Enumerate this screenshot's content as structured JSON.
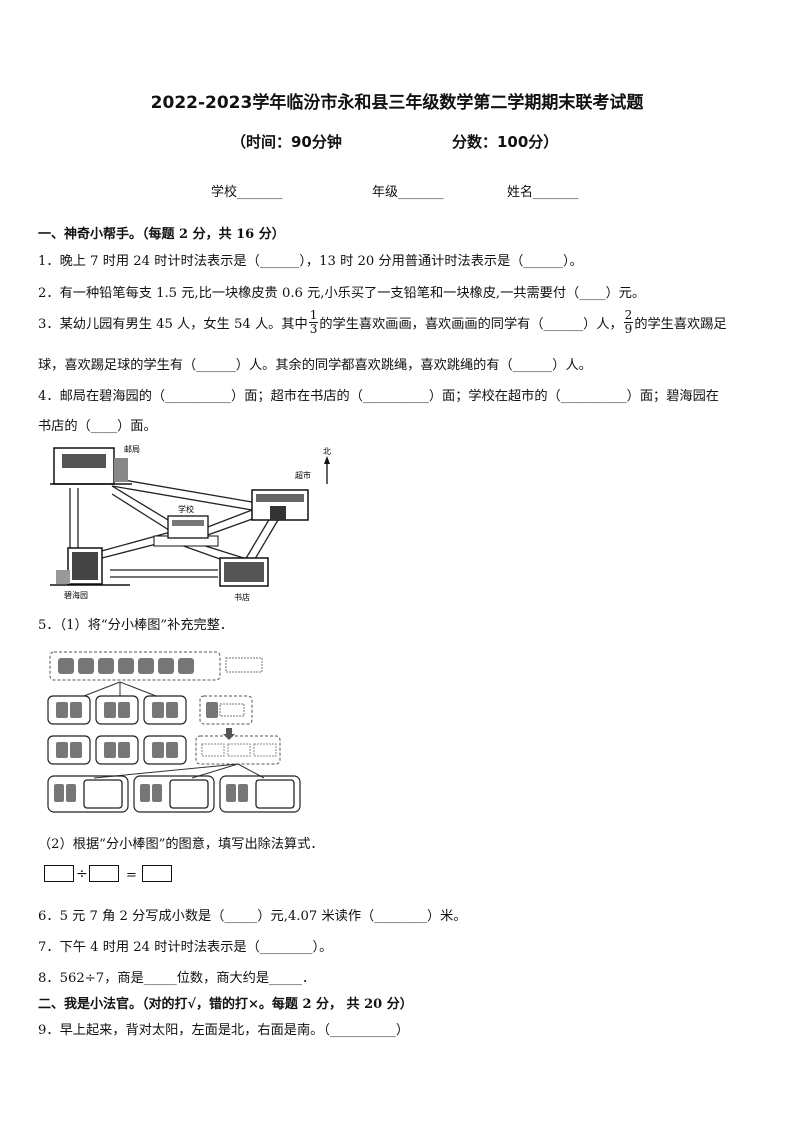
{
  "header": {
    "title": "2022-2023学年临汾市永和县三年级数学第二学期期末联考试题",
    "time": "（时间：90分钟",
    "score": "分数：100分）"
  },
  "fields": {
    "school": "学校_______",
    "grade": "年级_______",
    "name": "姓名_______"
  },
  "section1": "一、神奇小帮手。（每题 2 分，共 16 分）",
  "q1": "1．晚上 7 时用 24 时计时法表示是（______），13 时 20 分用普通计时法表示是（______）。",
  "q2": "2．有一种铅笔每支 1.5 元,比一块橡皮贵 0.6 元,小乐买了一支铅笔和一块橡皮,一共需要付（____）元。",
  "q3": {
    "a": "3．某幼儿园有男生 45 人，女生 54 人。其中",
    "f1_num": "1",
    "f1_den": "3",
    "b": "的学生喜欢画画，喜欢画画的同学有（______）人，",
    "f2_num": "2",
    "f2_den": "9",
    "c": "的学生喜欢踢足",
    "line2": "球，喜欢踢足球的学生有（______）人。其余的同学都喜欢跳绳，喜欢跳绳的有（______）人。"
  },
  "q4": {
    "line1": "4．邮局在碧海园的（__________）面；超市在书店的（__________）面；学校在超市的（__________）面；碧海园在",
    "line2": "书店的（____）面。"
  },
  "map": {
    "post": "邮局",
    "market": "超市",
    "school": "学校",
    "park": "碧海园",
    "books": "书店",
    "north": "北"
  },
  "q5": {
    "p1": "5．（1）将“分小棒图”补充完整．",
    "p2": "（2）根据“分小棒图”的图意，填写出除法算式．"
  },
  "q6": "6．5 元 7 角 2 分写成小数是（_____）元,4.07 米读作（________）米。",
  "q7": "7．下午 4 时用 24 时计时法表示是（________）。",
  "q8": "8．562÷7，商是_____位数，商大约是_____．",
  "section2": "二、我是小法官。（对的打√，错的打×。每题  2  分，  共  20  分）",
  "q9": "9．早上起来，背对太阳，左面是北，右面是南。（__________）"
}
